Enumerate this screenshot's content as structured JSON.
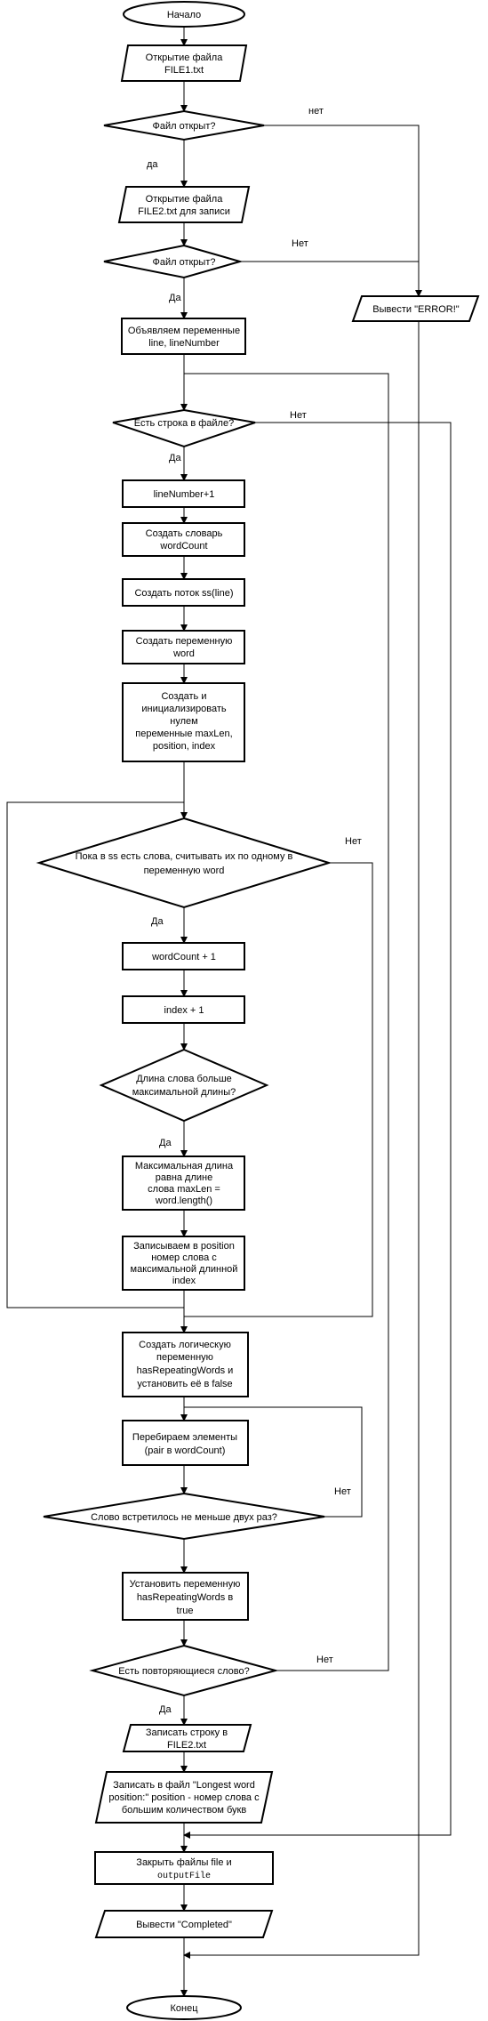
{
  "nodes": {
    "start": "Начало",
    "open1": [
      "Открытие файла",
      "FILE1.txt"
    ],
    "check1": "Файл открыт?",
    "open2": [
      "Открытие файла",
      "FILE2.txt для записи"
    ],
    "check2": "Файл открыт?",
    "error": "Вывести \"ERROR!\"",
    "declare": [
      "Объявляем переменные",
      "line, lineNumber"
    ],
    "has_line": "Есть строка в файле?",
    "inc_line": "lineNumber+1",
    "dict": [
      "Создать словарь",
      "wordCount"
    ],
    "stream": "Создать поток ss(line)",
    "word_var": [
      "Создать переменную",
      "word"
    ],
    "init": [
      "Создать и",
      "инициализировать",
      "нулем",
      "переменные maxLen,",
      "position, index"
    ],
    "loop_words": [
      "Пока в ss есть слова, считывать их по одному в",
      "переменную word"
    ],
    "wc_inc": "wordCount + 1",
    "idx_inc": "index + 1",
    "len_check": [
      "Длина слова больше",
      "максимальной длины?"
    ],
    "set_max": [
      "Максимальная длина",
      "равна длине",
      "слова maxLen =",
      "word.length()"
    ],
    "save_pos": [
      "Записываем в position",
      "номер слова с",
      "максимальной длинной",
      "index"
    ],
    "bool_var": [
      "Создать логическую",
      "переменную",
      "hasRepeatingWords и",
      "установить её в false"
    ],
    "iterate": [
      "Перебираем элементы",
      "(pair в wordCount)"
    ],
    "twice": "Слово встретилось не меньше двух раз?",
    "set_true": [
      "Установить переменную",
      "hasRepeatingWords в",
      "true"
    ],
    "repeat_check": "Есть повторяющиеся слово?",
    "write_line": [
      "Записать строку в",
      "FILE2.txt"
    ],
    "write_longest": [
      "Записать в файл \"Longest word",
      "position:\" position - номер слова с",
      "большим количеством букв"
    ],
    "close": [
      "Закрыть файлы file и",
      "outputFile"
    ],
    "completed": "Вывести \"Completed\"",
    "end": "Конец"
  },
  "edge_labels": {
    "no_1": "нет",
    "yes_1": "да",
    "no_2": "Нет",
    "yes_2": "Да",
    "no_3": "Нет",
    "yes_3": "Да",
    "no_4": "Нет",
    "yes_4": "Да",
    "yes_5": "Да",
    "no_6": "Нет",
    "no_7": "Нет",
    "yes_7": "Да"
  }
}
